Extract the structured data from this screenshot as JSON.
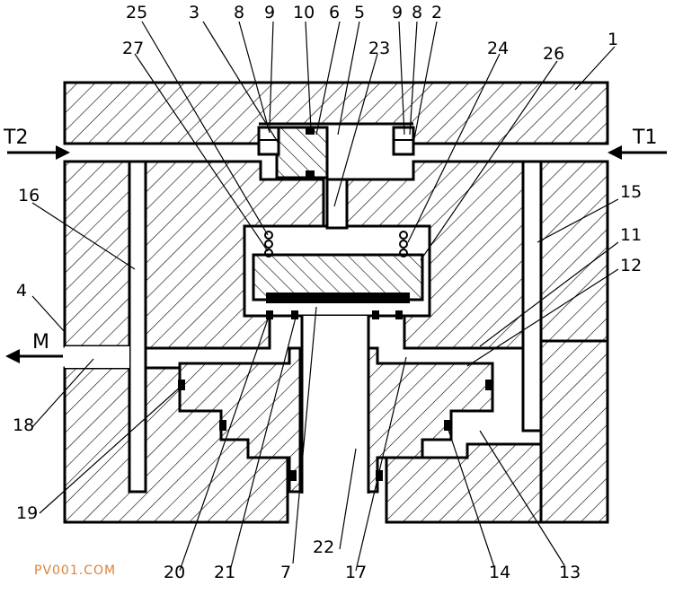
{
  "diagram": {
    "part_labels": [
      "25",
      "3",
      "8",
      "9",
      "10",
      "6",
      "5",
      "9",
      "8",
      "2",
      "1",
      "27",
      "23",
      "24",
      "26",
      "16",
      "15",
      "11",
      "12",
      "4",
      "18",
      "19",
      "20",
      "21",
      "7",
      "22",
      "17",
      "14",
      "13"
    ],
    "port_labels": {
      "t2": "T2",
      "t1": "T1",
      "m": "M"
    },
    "watermark": "PV001.COM"
  }
}
